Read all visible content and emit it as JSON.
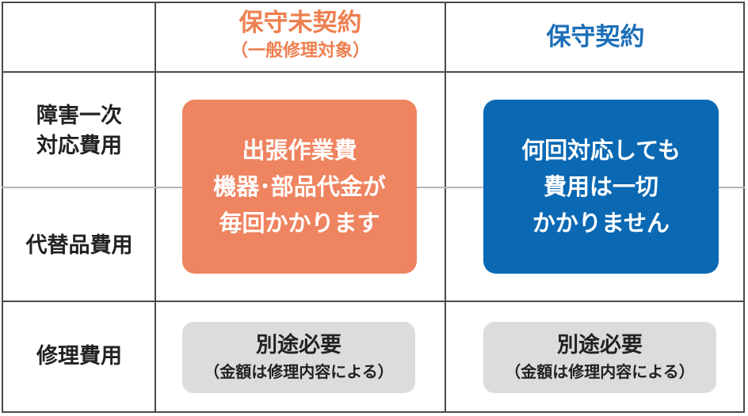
{
  "header": {
    "col1_title": "保守未契約",
    "col1_subtitle": "（一般修理対象）",
    "col2_title": "保守契約"
  },
  "rows": {
    "row1_line1": "障害一次",
    "row1_line2": "対応費用",
    "row2": "代替品費用",
    "row3": "修理費用"
  },
  "boxes": {
    "uncontracted_lines": [
      "出張作業費",
      "機器･部品代金が",
      "毎回かかります"
    ],
    "contracted_lines": [
      "何回対応しても",
      "費用は一切",
      "かかりません"
    ]
  },
  "repair": {
    "col1_main": "別途必要",
    "col1_sub": "（金額は修理内容による）",
    "col2_main": "別途必要",
    "col2_sub": "（金額は修理内容による）"
  },
  "colors": {
    "orange_text": "#ee7f4f",
    "orange_box": "#ef8460",
    "blue_text": "#1c6eb7",
    "blue_box": "#0b69b4",
    "gray_box": "#dcdcdc",
    "grid_line": "#4a4a4a"
  }
}
